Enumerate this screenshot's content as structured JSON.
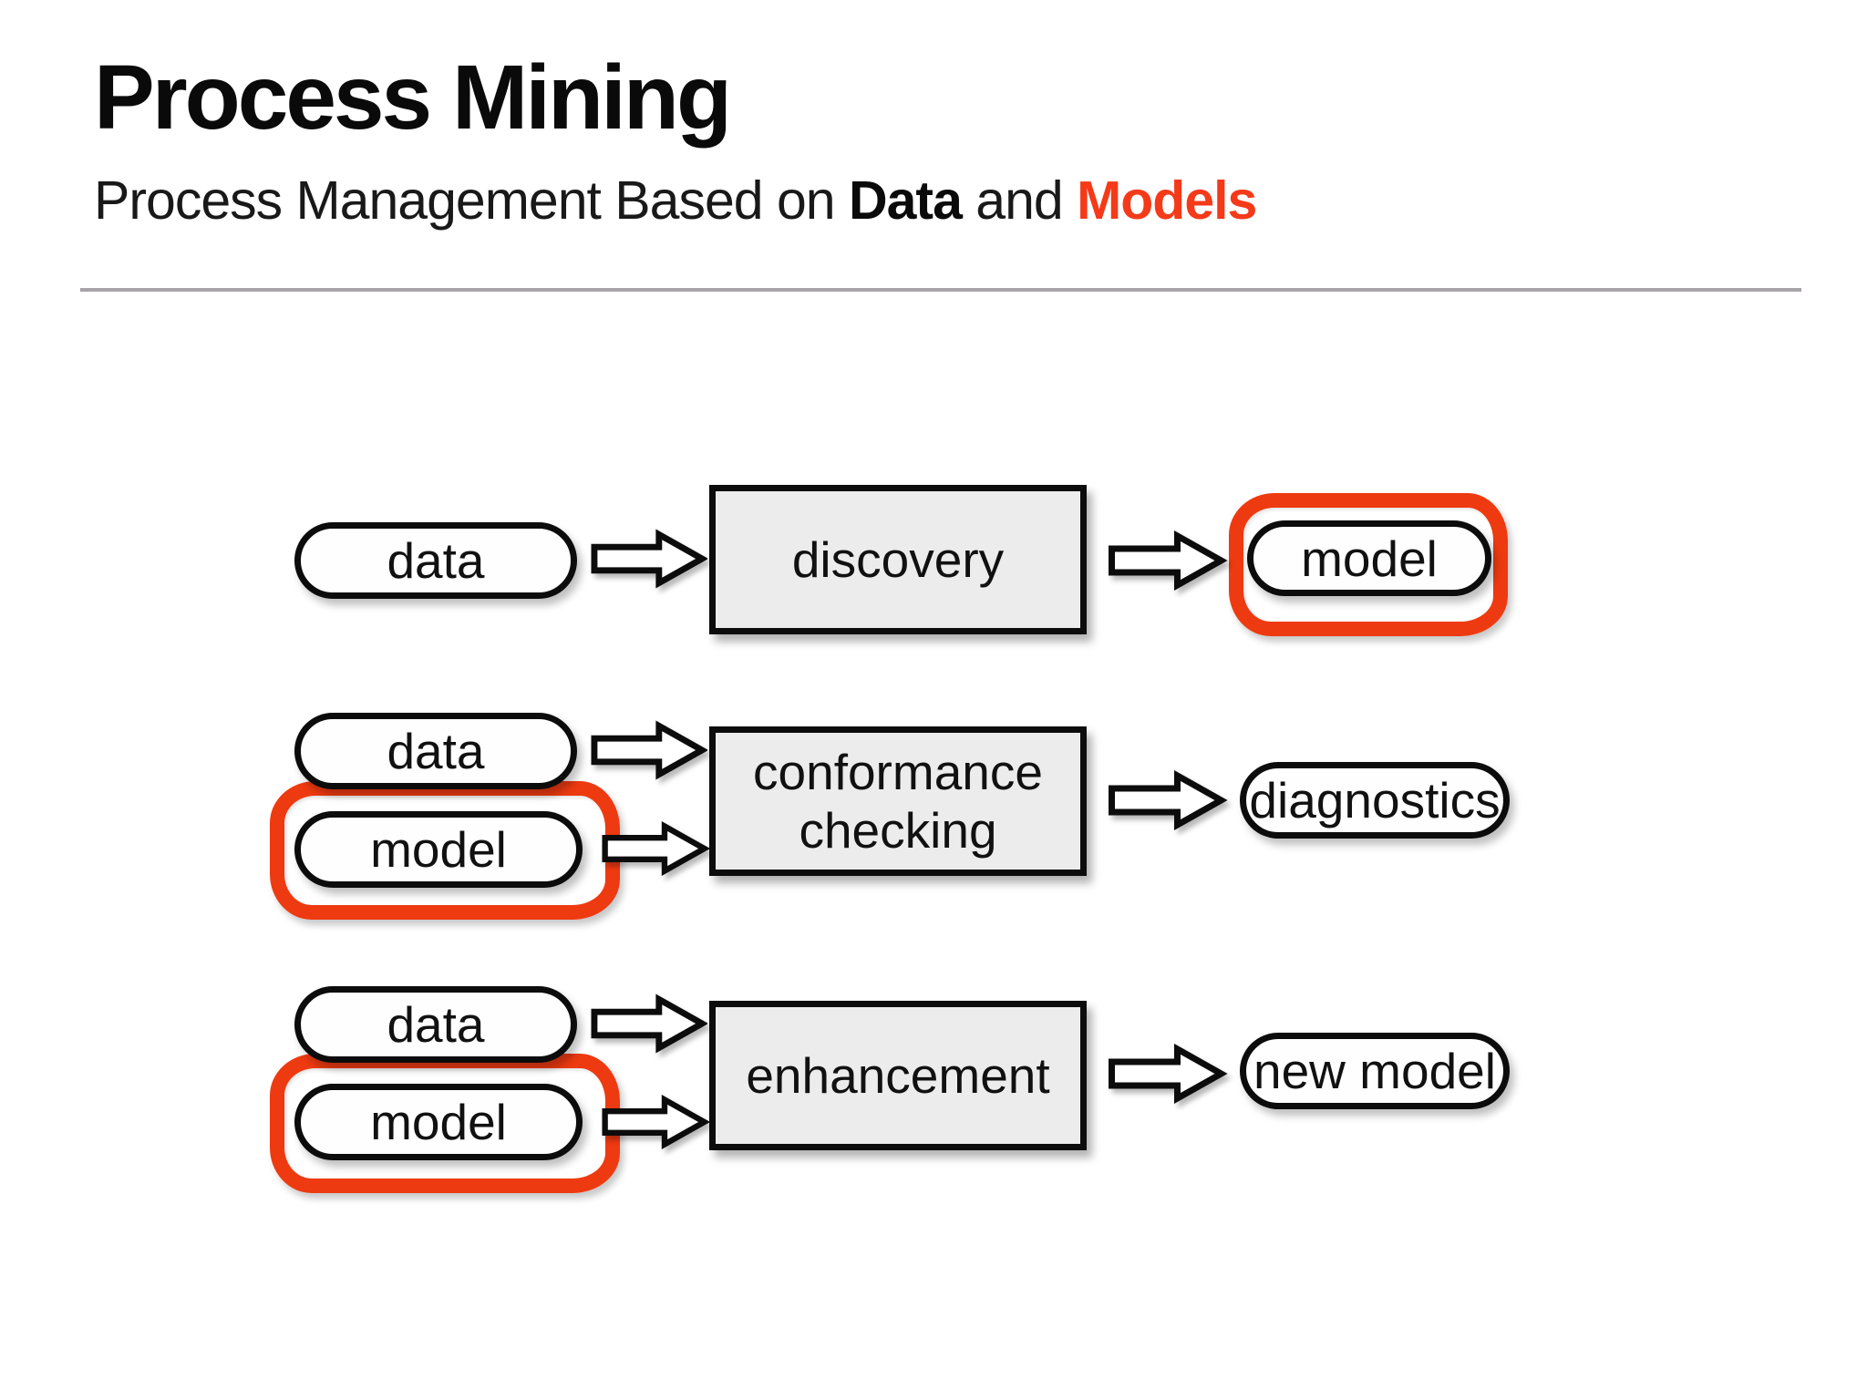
{
  "header": {
    "title": "Process Mining",
    "subtitle_prefix": "Process Management Based on ",
    "subtitle_bold1": "Data",
    "subtitle_middle": " and ",
    "subtitle_bold2": "Models"
  },
  "colors": {
    "accent_red": "#f43a19",
    "marker_red": "#ee3a10",
    "process_box_fill": "#ececec",
    "shape_border": "#0c0c0c",
    "divider_gray": "#a7a4a7"
  },
  "diagram": {
    "rows": [
      {
        "inputs": [
          {
            "label": "data",
            "highlighted": false
          }
        ],
        "process": "discovery",
        "output": {
          "label": "model",
          "highlighted": true
        }
      },
      {
        "inputs": [
          {
            "label": "data",
            "highlighted": false
          },
          {
            "label": "model",
            "highlighted": true
          }
        ],
        "process": "conformance checking",
        "output": {
          "label": "diagnostics",
          "highlighted": false
        }
      },
      {
        "inputs": [
          {
            "label": "data",
            "highlighted": false
          },
          {
            "label": "model",
            "highlighted": true
          }
        ],
        "process": "enhancement",
        "output": {
          "label": "new model",
          "highlighted": false
        }
      }
    ]
  }
}
